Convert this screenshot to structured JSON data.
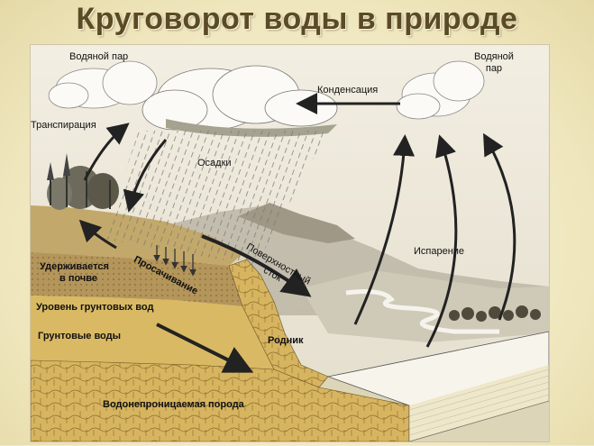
{
  "slide": {
    "title": "Круговорот воды в природе"
  },
  "diagram": {
    "labels": {
      "vapor_left": "Водяной пар",
      "vapor_right_1": "Водяной",
      "vapor_right_2": "пар",
      "condensation": "Конденсация",
      "transpiration": "Транспирация",
      "precipitation": "Осадки",
      "surface_runoff_1": "Поверхностный",
      "surface_runoff_2": "сток",
      "evaporation": "Испарение",
      "retained_1": "Удерживается",
      "retained_2": "в почве",
      "infiltration": "Просачивание",
      "water_table": "Уровень грунтовых вод",
      "groundwater": "Грунтовые воды",
      "spring": "Родник",
      "impermeable": "Водонепроницаемая порода"
    }
  },
  "colors": {
    "title": "#5b4a26",
    "soil_top": "#b99a54",
    "soil_mid": "#d8b866",
    "bedrock": "#c9a44e",
    "water": "#f4f1e8",
    "arrow": "#222222"
  }
}
